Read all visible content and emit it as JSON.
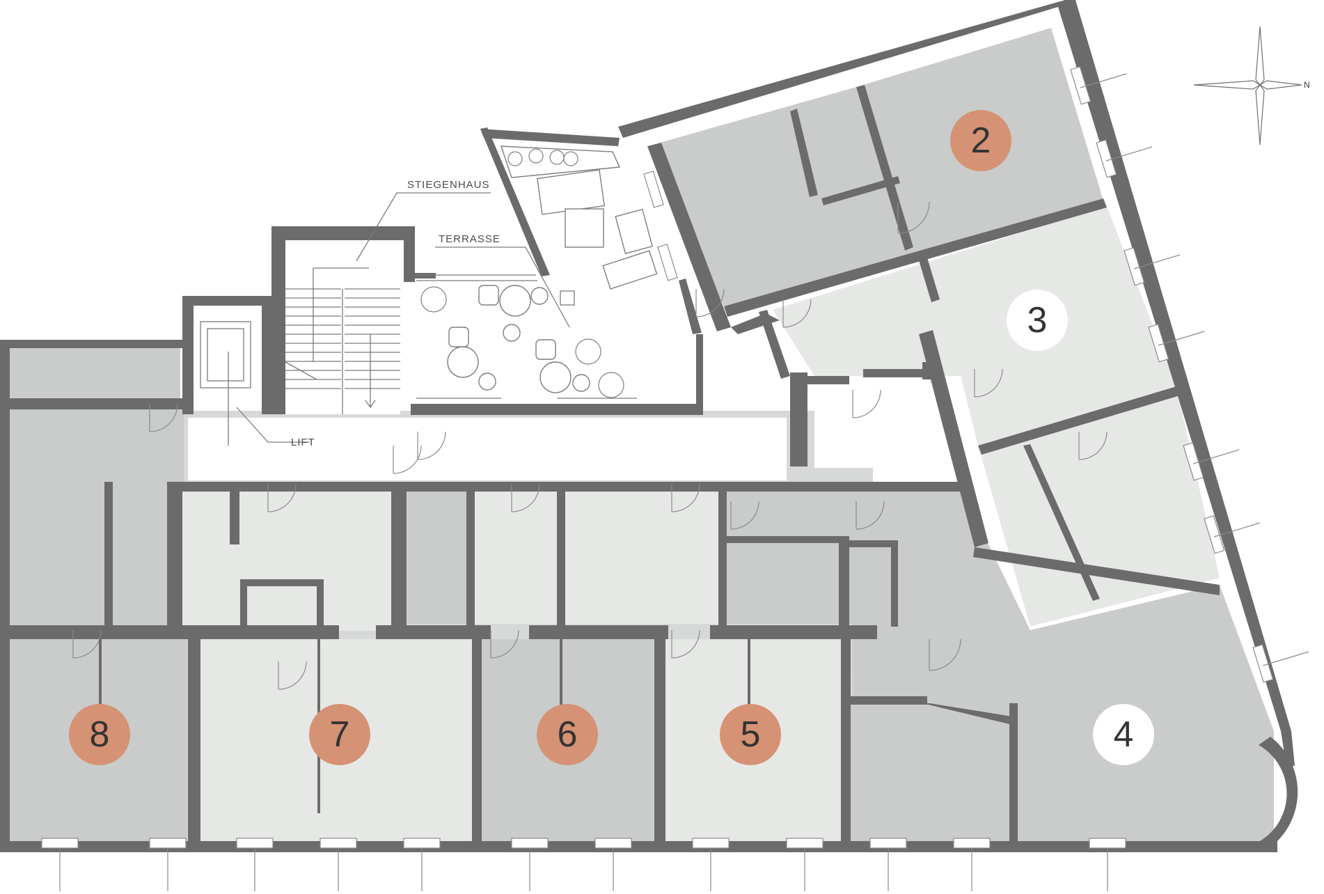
{
  "labels": {
    "stairwell": "STIEGENHAUS",
    "terrace": "TERRASSE",
    "lift": "LIFT"
  },
  "units": [
    {
      "number": "2",
      "style": "orange"
    },
    {
      "number": "3",
      "style": "white"
    },
    {
      "number": "4",
      "style": "white"
    },
    {
      "number": "5",
      "style": "orange"
    },
    {
      "number": "6",
      "style": "orange"
    },
    {
      "number": "7",
      "style": "orange"
    },
    {
      "number": "8",
      "style": "orange"
    }
  ],
  "compass": {
    "north": "N"
  },
  "colors": {
    "wall": "#6b6b6b",
    "room_dark": "#c9ccca",
    "room_light": "#e6e8e6",
    "badge_orange": "#d59274",
    "badge_white": "#ffffff"
  },
  "icons": [
    "compass-rose-icon",
    "plant-icon",
    "chair-icon",
    "table-icon",
    "sofa-icon"
  ]
}
